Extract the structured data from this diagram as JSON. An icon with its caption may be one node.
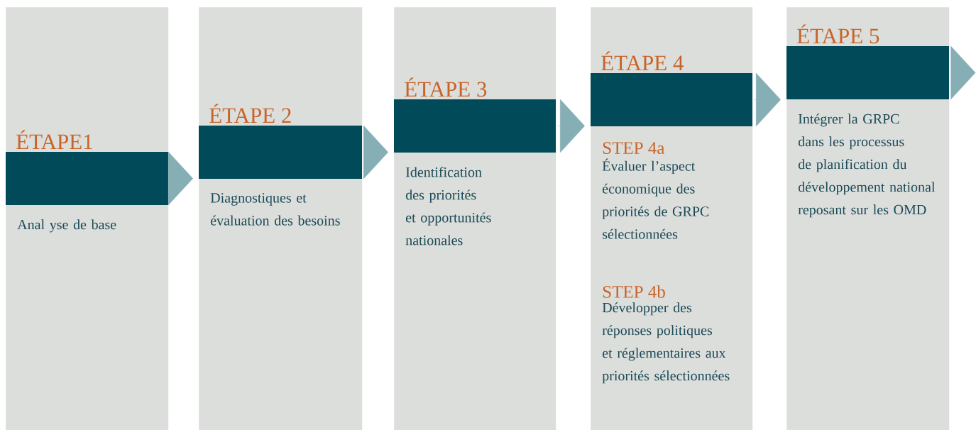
{
  "diagram": {
    "nodes": [
      {
        "text": [
          "ÉTAPE1",
          "Anal yse de base"
        ]
      },
      {
        "text": [
          "ÉTAPE 2",
          "Diagnostiques et évaluation des besoins"
        ]
      },
      {
        "text": [
          "ÉTAPE 3",
          "Identification des priorités et opportunités nationales"
        ]
      },
      {
        "text": [
          "ÉTAPE 4",
          "STEP 4a",
          "Évaluer l’aspect économique des priorités de GRPC sélectionnées",
          "STEP 4b",
          "Développer des réponses politiques et réglementaires aux priorités sélectionnées"
        ]
      },
      {
        "text": [
          "ÉTAPE 5",
          "Intégrer la GRPC dans les processus de planification du développement national reposant sur les OMD"
        ]
      }
    ],
    "edges": [
      {
        "from": 0,
        "to": 1,
        "arrow": "to"
      },
      {
        "from": 1,
        "to": 2,
        "arrow": "to"
      },
      {
        "from": 2,
        "to": 3,
        "arrow": "to"
      },
      {
        "from": 3,
        "to": 4,
        "arrow": "to"
      },
      {
        "from": 4,
        "to": null,
        "arrow": "to"
      }
    ]
  }
}
